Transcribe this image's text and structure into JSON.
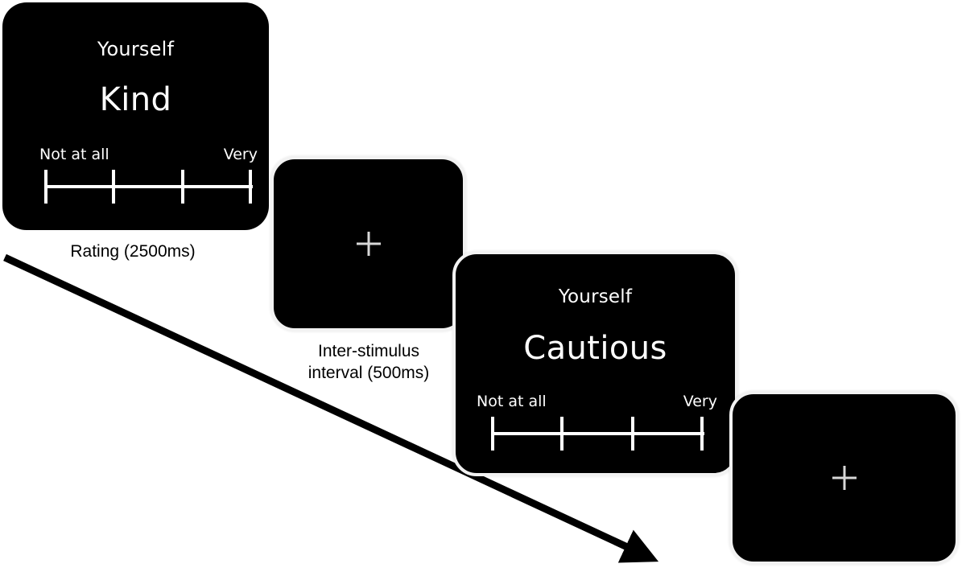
{
  "figure": {
    "title": "Self-referential trait rating task timeline",
    "background_color": "#ffffff",
    "screen_color": "#000000",
    "screen_text_color": "#ffffff",
    "arrow_color": "#000000"
  },
  "screens": [
    {
      "id": "rating-screen-1",
      "kind": "rating",
      "target": "Yourself",
      "trait": "Kind",
      "scale": {
        "left_anchor": "Not at all",
        "right_anchor": "Very",
        "tick_count": 4
      }
    },
    {
      "id": "fixation-screen-1",
      "kind": "fixation",
      "glyph": "+"
    },
    {
      "id": "rating-screen-2",
      "kind": "rating",
      "target": "Yourself",
      "trait": "Cautious",
      "scale": {
        "left_anchor": "Not at all",
        "right_anchor": "Very",
        "tick_count": 4
      }
    },
    {
      "id": "fixation-screen-2",
      "kind": "fixation",
      "glyph": "+"
    }
  ],
  "captions": [
    {
      "id": "caption-rating",
      "text": "Rating (2500ms)"
    },
    {
      "id": "caption-isi",
      "text": "Inter-stimulus\ninterval (500ms)"
    }
  ],
  "arrow": {
    "label": "time-direction-arrow",
    "start": "5,320",
    "end": "820,700"
  }
}
